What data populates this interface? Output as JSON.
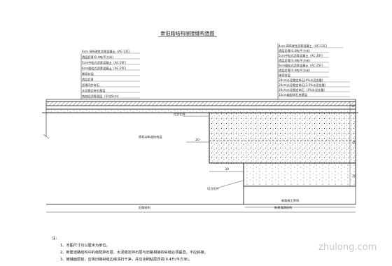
{
  "title": "新旧路结构层接缝构造图",
  "left_layers": [
    "4cm SBS改性沥青混凝土（AC-13C）",
    "透层沥青(0.4吨/平方米)",
    "5cm中粒式沥青混凝土（AC-20F）",
    "6cm粗粒式沥青混凝土（AC-25F）",
    "稀浆封层",
    "透层沥青",
    "沥青同步碎石",
    "水泥稳定碎石基层",
    "铣刨旧沥青面层（平均5cm）"
  ],
  "right_layers": [
    "4cm SBS改性沥青混凝土（AC-13C）",
    "透层沥青(0.4吨/平方米)",
    "5cm中粒式沥青混凝土（AC-20F）",
    "透层沥青(0.4吨/平方米)",
    "6cm粗粒式沥青混凝土（AC-25F）",
    "透层沥青(0.4吨/平方米)",
    "稀浆封层",
    "20cm水泥稳定碎石(4%水泥含量)",
    "20cm水泥稳定碎石(3.5%水泥含量)",
    "20cm水泥稳定碎石（3%水泥含量）",
    "15cm级配碎石底基层"
  ],
  "labels": {
    "old_structure": "原机动车道结构层",
    "cut_top": "切刀切齐",
    "cut_bottom": "切刀切齐",
    "old_road": "旧路结构",
    "new_road": "新建道路结构",
    "new_subgrade": "新路施工界线"
  },
  "dims": {
    "step_upper": "20",
    "step_lower": "30",
    "side_a": "8",
    "side_b": "40",
    "side_c": "20"
  },
  "notes": [
    "注：",
    "1、本图尺寸均以厘米为单位。",
    "2、新建道路结构中的级配碎石层、水泥稳定碎石层与旧路相接的纵缝必须垂直，不应斜接。",
    "3、摊铺面层前，应将旧路纵缝边缘清扫干净，并应涂刷粘层沥青(0.4升/平方米)。"
  ],
  "watermark": "zhulong.com"
}
